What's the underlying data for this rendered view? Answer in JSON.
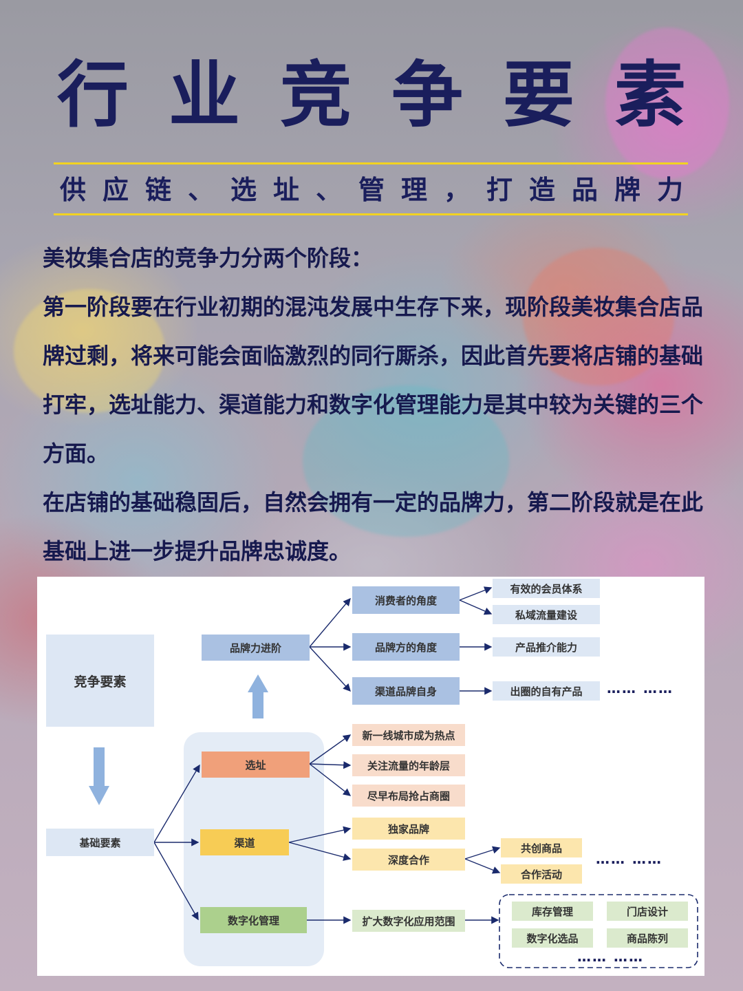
{
  "title": "行业竞争要素",
  "subtitle": "供应链、选址、管理，打造品牌力",
  "paragraphs": [
    "美妆集合店的竞争力分两个阶段：",
    "第一阶段要在行业初期的混沌发展中生存下来，现阶段美妆集合店品牌过剩，将来可能会面临激烈的同行厮杀，因此首先要将店铺的基础打牢，选址能力、渠道能力和数字化管理能力是其中较为关键的三个方面。",
    "在店铺的基础稳固后，自然会拥有一定的品牌力，第二阶段就是在此基础上进一步提升品牌忠诚度。"
  ],
  "colors": {
    "title": "#1a1e5c",
    "accent_line": "#f2d321",
    "blue": "#aac1e2",
    "orange": "#f0a07a",
    "yellow": "#f7cc55",
    "green": "#acd08d",
    "arrow": "#1a2a6c"
  },
  "diagram": {
    "competition": "竞争要素",
    "basic": "基础要素",
    "brand_advance": "品牌力进阶",
    "brand_branches": [
      "消费者的角度",
      "品牌方的角度",
      "渠道品牌自身"
    ],
    "consumer_items": [
      "有效的会员体系",
      "私域流量建设"
    ],
    "brand_side_item": "产品推介能力",
    "channel_brand_item": "出圈的自有产品",
    "ellipsis": "…… ……",
    "site": "选址",
    "site_items": [
      "新一线城市成为热点",
      "关注流量的年龄层",
      "尽早布局抢占商圈"
    ],
    "channel": "渠道",
    "channel_items": [
      "独家品牌",
      "深度合作"
    ],
    "coop_items": [
      "共创商品",
      "合作活动"
    ],
    "digital": "数字化管理",
    "digital_item": "扩大数字化应用范围",
    "digital_grid": [
      "库存管理",
      "门店设计",
      "数字化选品",
      "商品陈列"
    ]
  }
}
